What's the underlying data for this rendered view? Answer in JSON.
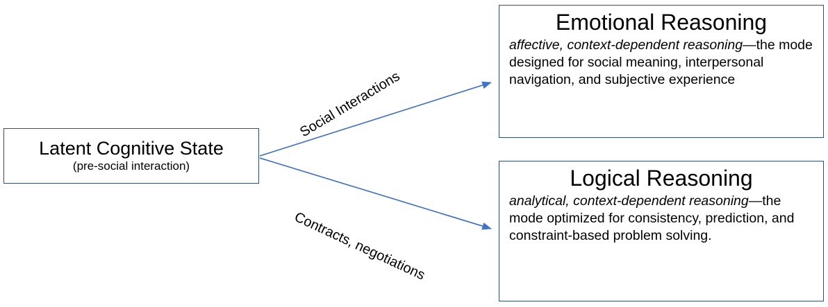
{
  "diagram": {
    "type": "flow-diagram",
    "accent_color": "#2e4d7b",
    "arrow_color": "#4472c4",
    "background": "#ffffff",
    "source_node": {
      "title": "Latent Cognitive State",
      "subtitle": "(pre-social interaction)"
    },
    "edges": [
      {
        "label": "Social Interactions",
        "from": "Latent Cognitive State",
        "to": "Emotional Reasoning"
      },
      {
        "label": "Contracts, negotiations",
        "from": "Latent Cognitive State",
        "to": "Logical Reasoning"
      }
    ],
    "target_nodes": [
      {
        "title": "Emotional Reasoning",
        "lead": "affective, context-dependent reasoning—",
        "body": "the mode designed for social meaning, interpersonal navigation, and subjective experience"
      },
      {
        "title": "Logical Reasoning",
        "lead": "analytical, context-dependent reasoning—",
        "body": "the mode optimized for consistency, prediction, and constraint-based problem solving."
      }
    ]
  }
}
